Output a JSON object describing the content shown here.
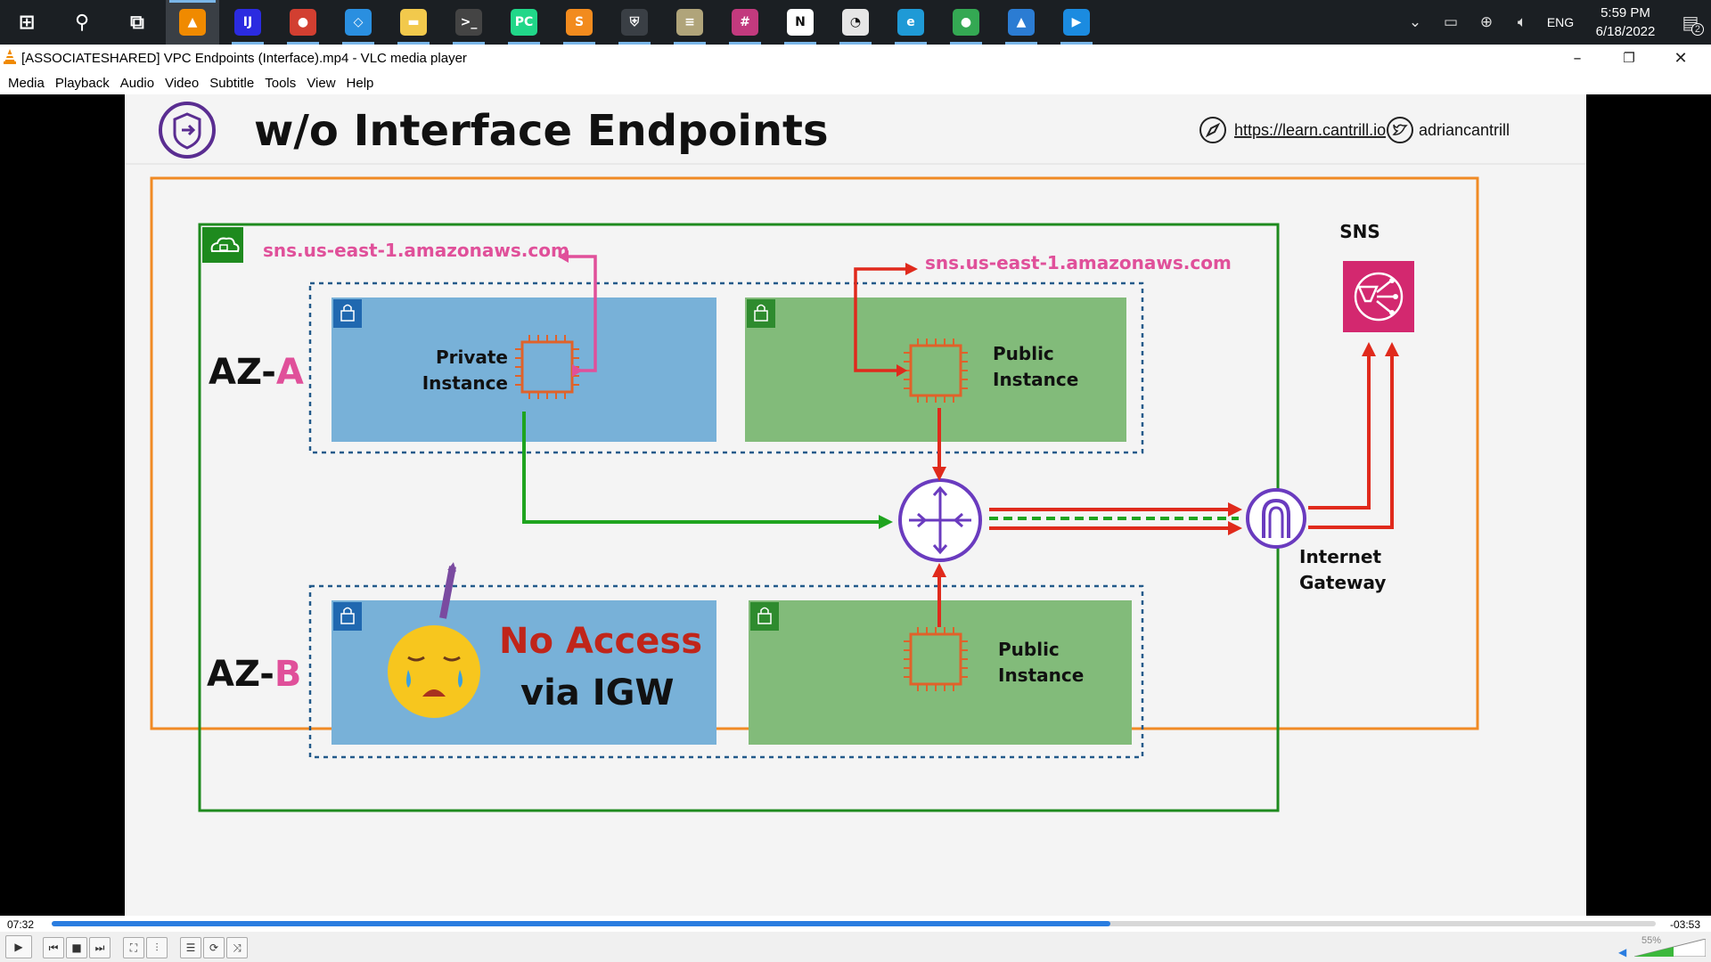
{
  "taskbar": {
    "apps": [
      {
        "name": "windows-start-icon",
        "glyph": "⊞",
        "color": "#ffffff"
      },
      {
        "name": "search-icon",
        "glyph": "⚲",
        "color": "#ffffff"
      },
      {
        "name": "task-view-icon",
        "glyph": "⧉",
        "color": "#ffffff"
      },
      {
        "name": "vlc-icon",
        "glyph": "▲",
        "color": "#f08a00"
      },
      {
        "name": "intellij-icon",
        "glyph": "IJ",
        "color": "#2b2be0"
      },
      {
        "name": "chrome-icon",
        "glyph": "●",
        "color": "#d23f31"
      },
      {
        "name": "vscode-icon",
        "glyph": "◇",
        "color": "#2a8fe0"
      },
      {
        "name": "file-explorer-icon",
        "glyph": "▬",
        "color": "#f2c94c"
      },
      {
        "name": "terminal-icon",
        "glyph": ">_",
        "color": "#444444"
      },
      {
        "name": "pycharm-icon",
        "glyph": "PC",
        "color": "#21d789"
      },
      {
        "name": "sublime-icon",
        "glyph": "S",
        "color": "#f28b1e"
      },
      {
        "name": "defender-icon",
        "glyph": "⛨",
        "color": "#3a3f45"
      },
      {
        "name": "stack-app-icon",
        "glyph": "≡",
        "color": "#b0a47a"
      },
      {
        "name": "slack-icon",
        "glyph": "#",
        "color": "#c23a7e"
      },
      {
        "name": "notion-icon",
        "glyph": "N",
        "color": "#ffffff"
      },
      {
        "name": "clock-app-icon",
        "glyph": "◔",
        "color": "#e6e6e6"
      },
      {
        "name": "edge-icon",
        "glyph": "e",
        "color": "#1f9ad6"
      },
      {
        "name": "chrome-2-icon",
        "glyph": "●",
        "color": "#34a853"
      },
      {
        "name": "photos-icon",
        "glyph": "▲",
        "color": "#2b7cd3"
      },
      {
        "name": "media-player-icon",
        "glyph": "▶",
        "color": "#1b8be0"
      }
    ],
    "tray": {
      "lang": "ENG",
      "time": "5:59 PM",
      "date": "6/18/2022",
      "notifications": "2"
    }
  },
  "window": {
    "title": "[ASSOCIATESHARED] VPC Endpoints (Interface).mp4 - VLC media player",
    "menu": [
      "Media",
      "Playback",
      "Audio",
      "Video",
      "Subtitle",
      "Tools",
      "View",
      "Help"
    ]
  },
  "slide": {
    "title": "w/o Interface Endpoints",
    "link": "https://learn.cantrill.io",
    "handle": "adriancantrill",
    "sns_label": "SNS",
    "endpoint_private": "sns.us-east-1.amazonaws.com",
    "endpoint_public": "sns.us-east-1.amazonaws.com",
    "az_a_prefix": "AZ-",
    "az_a_letter": "A",
    "az_b_prefix": "AZ-",
    "az_b_letter": "B",
    "private_instance_line1": "Private",
    "private_instance_line2": "Instance",
    "public_instance_a_line1": "Public",
    "public_instance_a_line2": "Instance",
    "public_instance_b_line1": "Public",
    "public_instance_b_line2": "Instance",
    "no_access_line1": "No Access",
    "no_access_line2": "via IGW",
    "igw_line1": "Internet",
    "igw_line2": "Gateway",
    "colors": {
      "orange_border": "#f08a24",
      "vpc_green": "#1e8a1e",
      "private_blue": "#78b1d8",
      "public_green": "#82bb7a",
      "pink": "#e0509a",
      "red": "#e02a1c",
      "purple": "#6a3bbf",
      "chip_orange": "#e0622a",
      "sns_pink": "#d3286f"
    }
  },
  "player": {
    "elapsed": "07:32",
    "remaining": "-03:53",
    "progress": 0.66,
    "volume": "55%"
  }
}
